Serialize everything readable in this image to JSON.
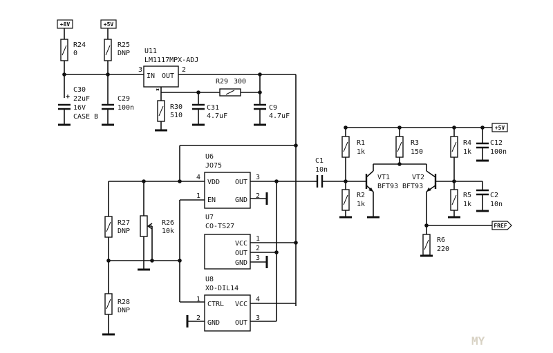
{
  "power": {
    "p8v": "+8V",
    "p5v_a": "+5V",
    "p5v_b": "+5V"
  },
  "net": {
    "fref": "FREF"
  },
  "u11": {
    "ref": "U11",
    "part": "LM1117MPX-ADJ",
    "pin_in_num": "3",
    "pin_out_num": "2",
    "pin_in": "IN",
    "pin_out": "OUT"
  },
  "r24": {
    "ref": "R24",
    "value": "0"
  },
  "r25": {
    "ref": "R25",
    "value": "DNP"
  },
  "c30": {
    "ref": "C30",
    "value": "22uF",
    "voltage": "16V",
    "case": "CASE B",
    "plus": "+"
  },
  "c29": {
    "ref": "C29",
    "value": "100n"
  },
  "r30": {
    "ref": "R30",
    "value": "510"
  },
  "c31": {
    "ref": "C31",
    "value": "4.7uF"
  },
  "r29": {
    "ref": "R29",
    "value": "300"
  },
  "c9": {
    "ref": "C9",
    "value": "4.7uF"
  },
  "u6": {
    "ref": "U6",
    "part": "JO75",
    "vdd": "VDD",
    "en": "EN",
    "out": "OUT",
    "gnd": "GND",
    "p4": "4",
    "p1": "1",
    "p3": "3",
    "p2": "2"
  },
  "u7": {
    "ref": "U7",
    "part": "CO-TS27",
    "vcc": "VCC",
    "out": "OUT",
    "gnd": "GND",
    "p1": "1",
    "p2": "2",
    "p3": "3"
  },
  "u8": {
    "ref": "U8",
    "part": "XO-DIL14",
    "ctrl": "CTRL",
    "gnd": "GND",
    "vcc": "VCC",
    "out": "OUT",
    "p1": "1",
    "p2": "2",
    "p4": "4",
    "p3": "3"
  },
  "r27": {
    "ref": "R27",
    "value": "DNP"
  },
  "r26": {
    "ref": "R26",
    "value": "10k"
  },
  "r28": {
    "ref": "R28",
    "value": "DNP"
  },
  "c1": {
    "ref": "C1",
    "value": "10n"
  },
  "r1": {
    "ref": "R1",
    "value": "1k"
  },
  "r2": {
    "ref": "R2",
    "value": "1k"
  },
  "r3": {
    "ref": "R3",
    "value": "150"
  },
  "r4": {
    "ref": "R4",
    "value": "1k"
  },
  "r5": {
    "ref": "R5",
    "value": "1k"
  },
  "c12": {
    "ref": "C12",
    "value": "100n"
  },
  "c2": {
    "ref": "C2",
    "value": "10n"
  },
  "r6": {
    "ref": "R6",
    "value": "220"
  },
  "vt1": {
    "ref": "VT1",
    "part": "BFT93"
  },
  "vt2": {
    "ref": "VT2",
    "part": "BFT93"
  },
  "watermark": "MY"
}
